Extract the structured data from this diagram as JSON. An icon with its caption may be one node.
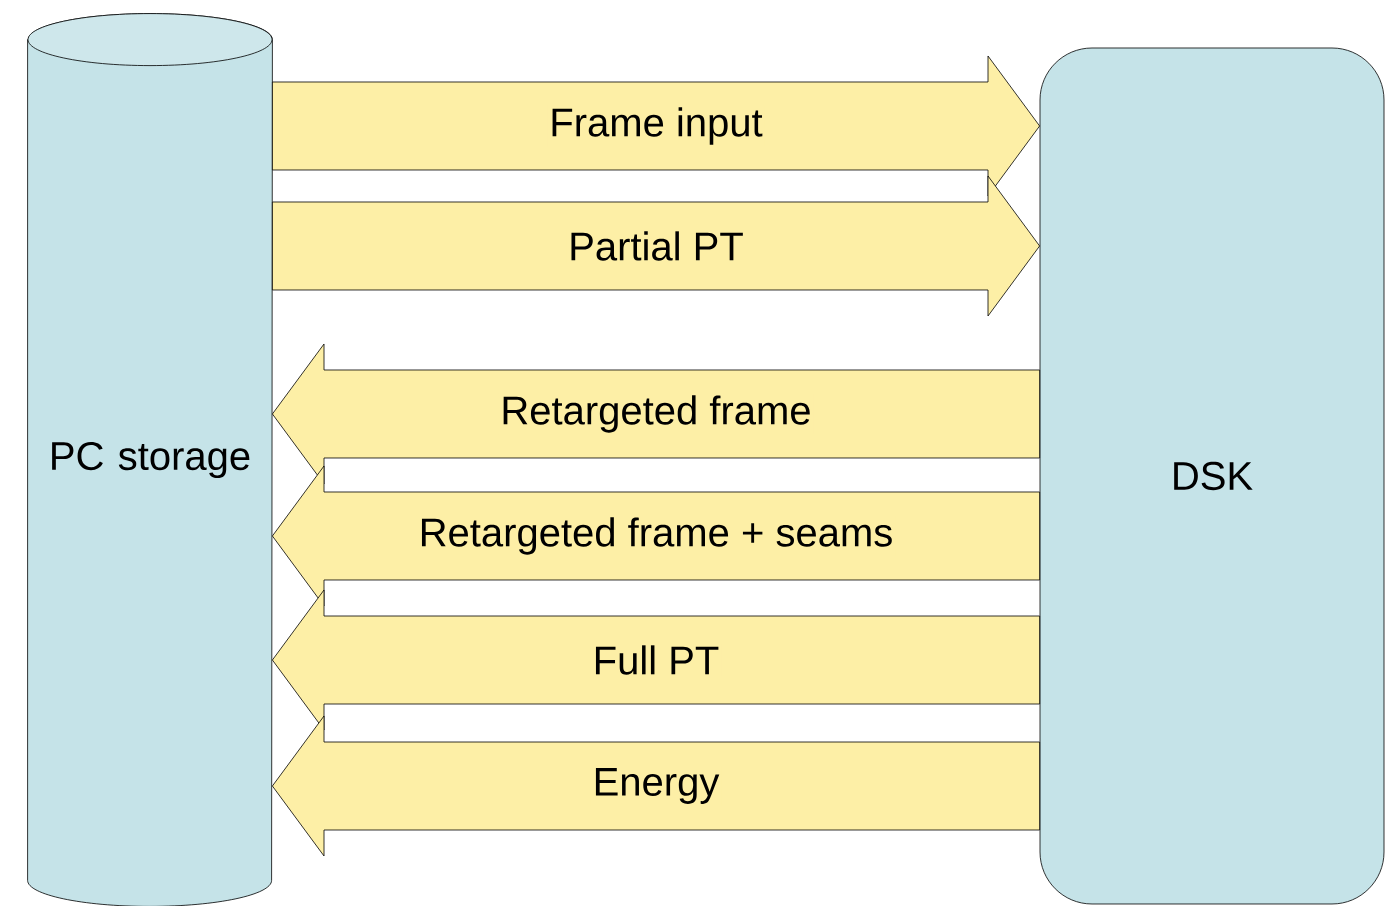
{
  "diagram": {
    "nodes": [
      {
        "text": [
          "PC storage"
        ]
      },
      {
        "text": [
          "DSK"
        ]
      }
    ],
    "edges": [
      {
        "from": 0,
        "to": 1,
        "arrow": "to",
        "label": "Frame input"
      },
      {
        "from": 0,
        "to": 1,
        "arrow": "to",
        "label": "Partial PT"
      },
      {
        "from": 1,
        "to": 0,
        "arrow": "to",
        "label": "Retargeted frame"
      },
      {
        "from": 1,
        "to": 0,
        "arrow": "to",
        "label": "Retargeted frame + seams"
      },
      {
        "from": 1,
        "to": 0,
        "arrow": "to",
        "label": "Full PT"
      },
      {
        "from": 1,
        "to": 0,
        "arrow": "to",
        "label": "Energy"
      }
    ]
  }
}
